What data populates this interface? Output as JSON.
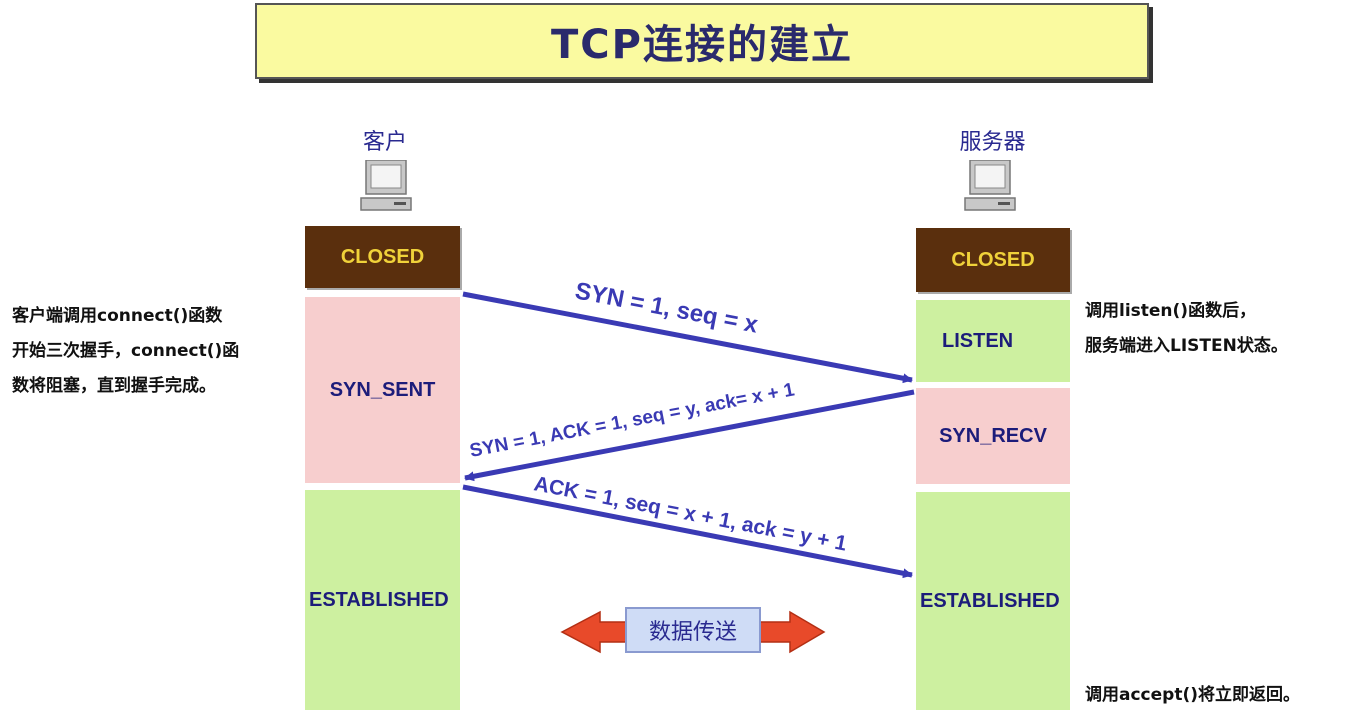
{
  "title": "TCP连接的建立",
  "client": {
    "label": "客户",
    "states": {
      "closed": "CLOSED",
      "syn_sent": "SYN_SENT",
      "established": "ESTABLISHED"
    }
  },
  "server": {
    "label": "服务器",
    "states": {
      "closed": "CLOSED",
      "listen": "LISTEN",
      "syn_recv": "SYN_RECV",
      "established": "ESTABLISHED"
    }
  },
  "messages": {
    "syn": "SYN = 1, seq = x",
    "syn_ack": "SYN = 1, ACK = 1, seq = y, ack= x + 1",
    "ack": "ACK = 1, seq = x + 1, ack = y + 1"
  },
  "data_transfer": "数据传送",
  "notes": {
    "client": [
      "客户端调用connect()函数",
      "开始三次握手，connect()函",
      "数将阻塞，直到握手完成。"
    ],
    "server_listen": [
      "调用listen()函数后，",
      "服务端进入LISTEN状态。"
    ],
    "server_accept": "调用accept()将立即返回。"
  },
  "colors": {
    "closed_bg": "#5a2f0d",
    "closed_text": "#f0d23a",
    "pink_state": "#f7cece",
    "green_state": "#cdf0a0",
    "arrow": "#3a3ab4",
    "data_arrow": "#e84a2a"
  },
  "icons": [
    "computer-icon",
    "double-arrow-icon"
  ]
}
